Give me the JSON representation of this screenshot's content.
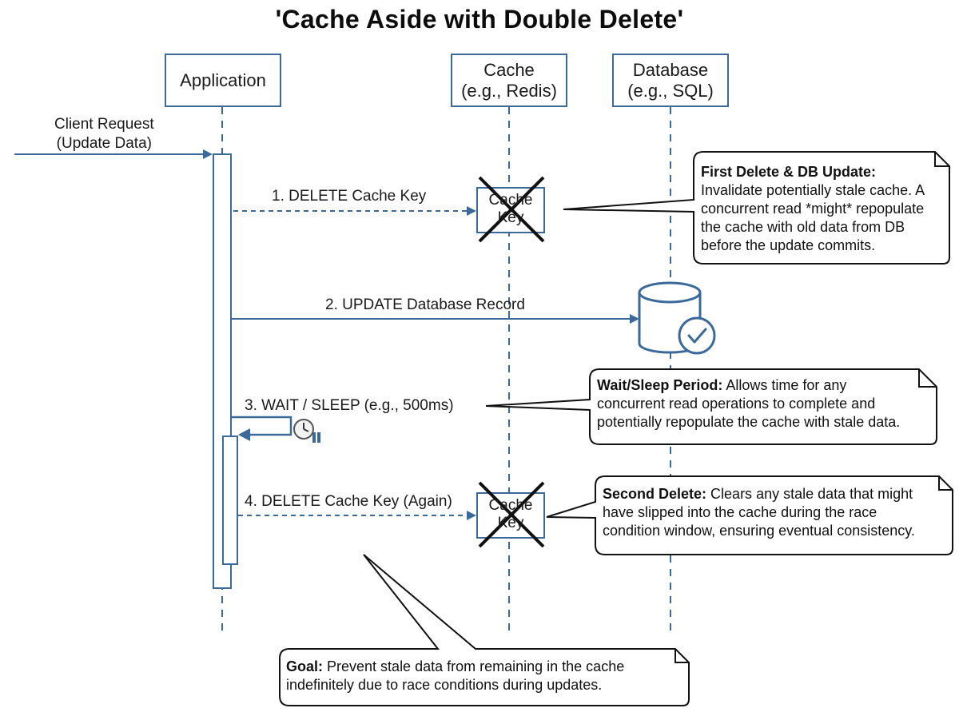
{
  "title": "'Cache Aside with Double Delete'",
  "actors": {
    "application": {
      "label": "Application"
    },
    "cache": {
      "line1": "Cache",
      "line2": "(e.g., Redis)"
    },
    "database": {
      "line1": "Database",
      "line2": "(e.g., SQL)"
    }
  },
  "client_request": {
    "line1": "Client Request",
    "line2": "(Update Data)"
  },
  "messages": {
    "step1": "1. DELETE Cache Key",
    "step2": "2. UPDATE Database Record",
    "step3": "3. WAIT / SLEEP (e.g., 500ms)",
    "step4": "4. DELETE Cache Key (Again)"
  },
  "cache_key_label": {
    "line1": "Cache",
    "line2": "Key"
  },
  "notes": {
    "first_delete": {
      "heading": "First Delete & DB Update:",
      "line1": "Invalidate potentially stale cache. A",
      "line2": "concurrent read *might* repopulate",
      "line3": "the cache with old data from DB",
      "line4": "before the update commits."
    },
    "wait": {
      "heading": "Wait/Sleep Period:",
      "line1_rest": " Allows time for any",
      "line2": "concurrent read operations to complete and",
      "line3": "potentially repopulate the cache with stale data."
    },
    "second_delete": {
      "heading": "Second Delete:",
      "line1_rest": " Clears any stale data that might",
      "line2": "have slipped into the cache during the race",
      "line3": "condition window, ensuring eventual consistency."
    },
    "goal": {
      "heading": "Goal:",
      "line1_rest": " Prevent stale data from remaining in the cache",
      "line2": "indefinitely due to race conditions during updates."
    }
  },
  "colors": {
    "accent": "#3b6a9a",
    "text": "#111111",
    "cross": "#111111"
  },
  "icons": {
    "database": "database-check-icon",
    "wait": "clock-pause-icon"
  }
}
